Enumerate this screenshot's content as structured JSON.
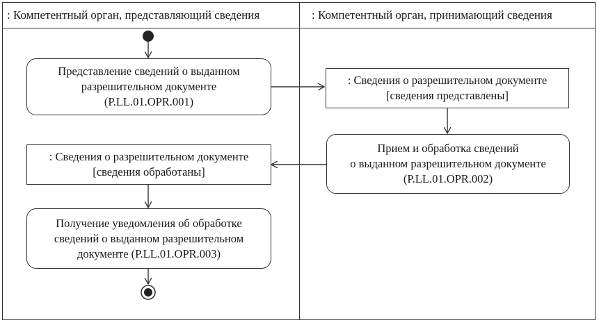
{
  "lanes": {
    "left_title": ": Компетентный орган, представляющий сведения",
    "right_title": ": Компетентный орган, принимающий сведения"
  },
  "nodes": {
    "action_submit": "Представление сведений о выданном\nразрешительном документе\n(P.LL.01.OPR.001)",
    "object_submitted": ": Сведения о разрешительном документе\n[сведения представлены]",
    "action_receive": "Прием и обработка сведений\nо выданном разрешительном документе\n(P.LL.01.OPR.002)",
    "object_processed": ": Сведения о разрешительном документе\n[сведения обработаны]",
    "action_notify": "Получение уведомления об обработке\nсведений о выданном разрешительном\nдокументе (P.LL.01.OPR.003)"
  }
}
